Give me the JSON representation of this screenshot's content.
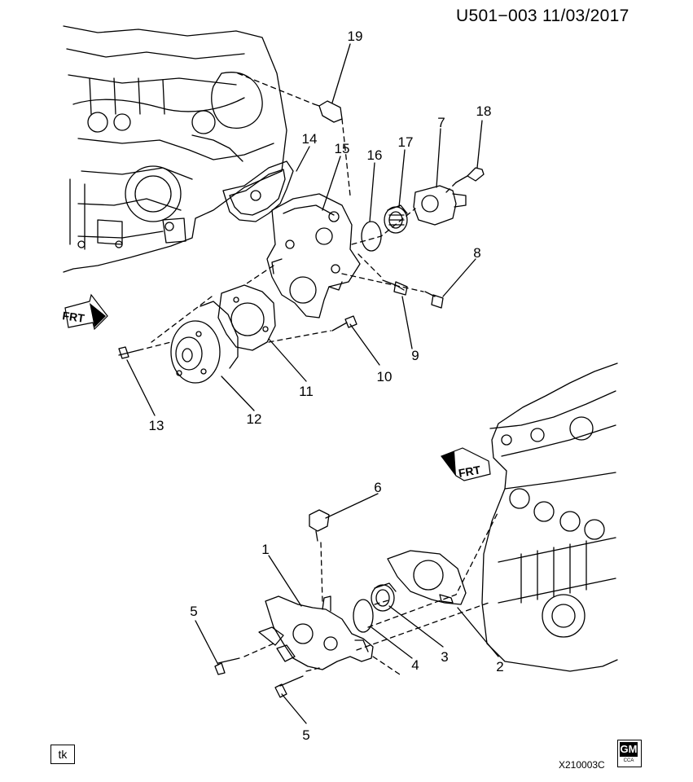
{
  "header": {
    "doc_ref": "U501−003  11/03/2017"
  },
  "footer": {
    "stamp": "tk",
    "illustration_code": "X210003C",
    "logo": {
      "text": "GM",
      "sub": "CCA"
    }
  },
  "direction_arrows": [
    {
      "label": "FRT"
    },
    {
      "label": "FRT"
    }
  ],
  "callouts": [
    "19",
    "14",
    "15",
    "16",
    "17",
    "7",
    "18",
    "8",
    "9",
    "10",
    "11",
    "12",
    "13",
    "6",
    "1",
    "5",
    "4",
    "3",
    "2",
    "5"
  ]
}
